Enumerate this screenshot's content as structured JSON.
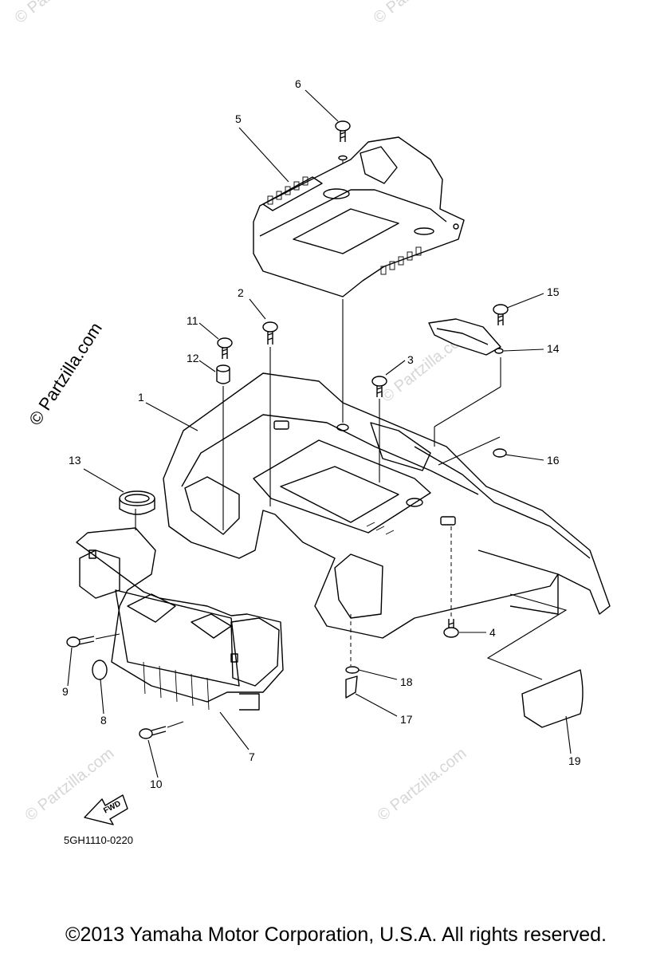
{
  "watermark": {
    "text": "© Partzilla.com"
  },
  "callouts": [
    "1",
    "2",
    "3",
    "4",
    "5",
    "6",
    "7",
    "8",
    "9",
    "10",
    "11",
    "12",
    "13",
    "14",
    "15",
    "16",
    "17",
    "18",
    "19"
  ],
  "fwd_label": "FWD",
  "diagram_code": "5GH1110-0220",
  "copyright": "©2013 Yamaha Motor Corporation, U.S.A. All rights reserved."
}
